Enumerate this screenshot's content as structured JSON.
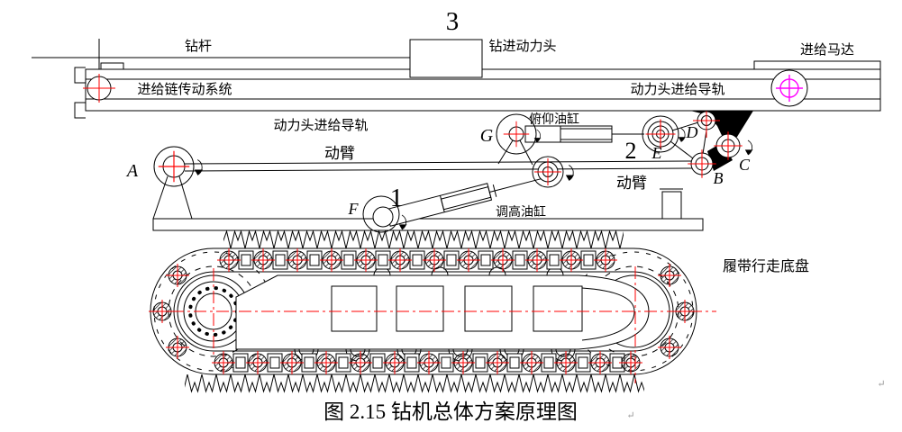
{
  "figure": {
    "caption": "图 2.15 钻机总体方案原理图",
    "return_mark": "↵"
  },
  "labels": {
    "drill_rod": "钻杆",
    "drilling_power_head": "钻进动力头",
    "feed_motor": "进给马达",
    "feed_chain_system": "进给链传动系统",
    "power_head_rail_left": "动力头进给导轨",
    "power_head_rail_right": "动力头进给导轨",
    "pitch_cylinder": "俯仰油缸",
    "boom_upper": "动臂",
    "boom_lower": "动臂",
    "height_cylinder": "调高油缸",
    "crawler_chassis": "履带行走底盘"
  },
  "points": {
    "A": "A",
    "B": "B",
    "C": "C",
    "D": "D",
    "E": "E",
    "F": "F",
    "G": "G"
  },
  "numbers": {
    "n1": "1",
    "n2": "2",
    "n3": "3"
  },
  "colors": {
    "line": "#000000",
    "centerline": "#ff0000",
    "motor_center": "#ff00ff",
    "background": "#ffffff"
  }
}
